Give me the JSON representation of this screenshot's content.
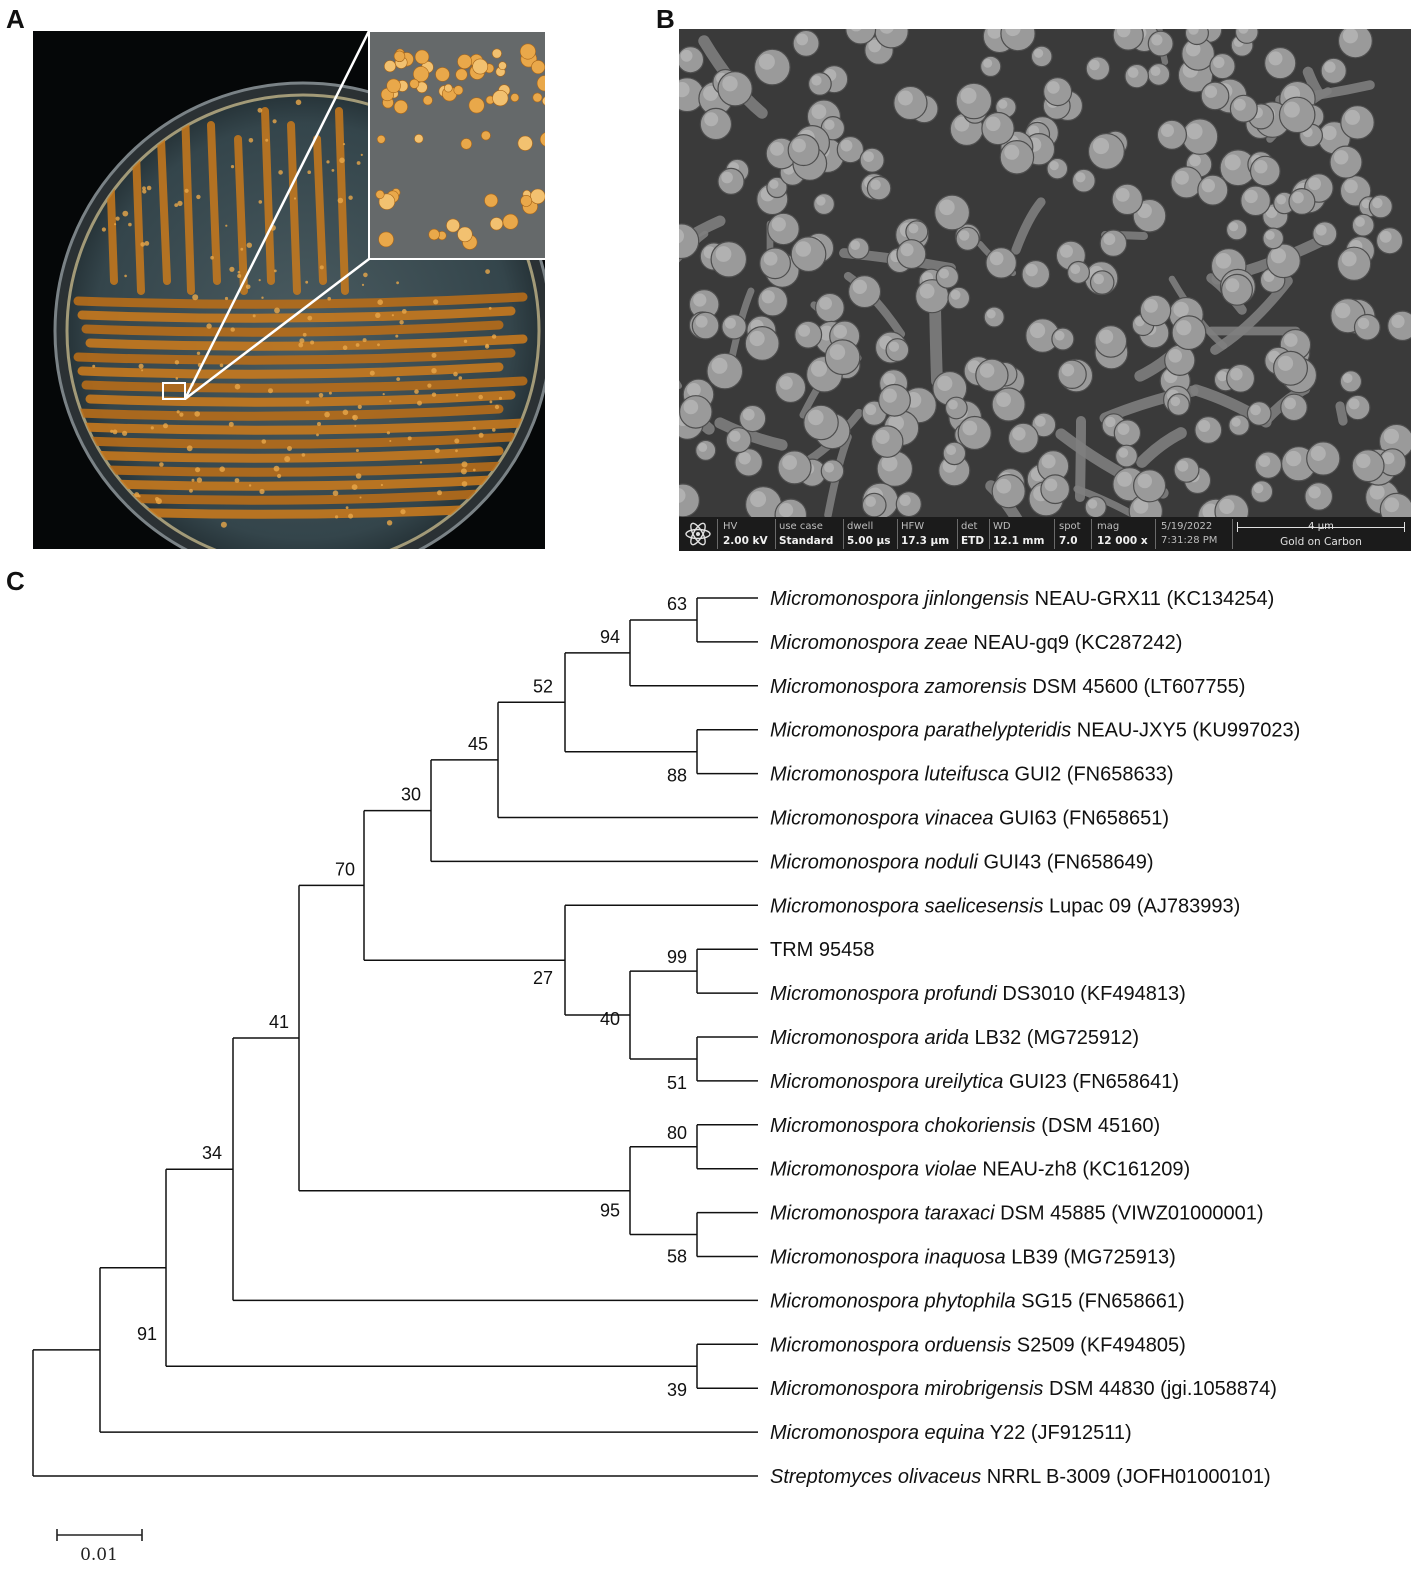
{
  "panels": {
    "a": "A",
    "b": "B",
    "c": "C"
  },
  "colors": {
    "colony": "#c97a1c",
    "colony_light": "#e9a84a",
    "agar": "#3d4e54",
    "sem_bg": "#3c3c3c",
    "sem_sphere": "#9a9a9a"
  },
  "sem_info": [
    {
      "key": "HV",
      "value": "2.00 kV"
    },
    {
      "key": "use case",
      "value": "Standard"
    },
    {
      "key": "dwell",
      "value": "5.00 μs"
    },
    {
      "key": "HFW",
      "value": "17.3 μm"
    },
    {
      "key": "det",
      "value": "ETD"
    },
    {
      "key": "WD",
      "value": "12.1 mm"
    },
    {
      "key": "spot",
      "value": "7.0"
    },
    {
      "key": "mag",
      "value": "12 000 x"
    },
    {
      "key": "date",
      "value": "5/19/2022",
      "value2": "7:31:28 PM"
    }
  ],
  "sem_icon": "atom-icon",
  "sem_scale_label": "4 μm",
  "sem_coating": "Gold on Carbon",
  "tree": {
    "leaves": [
      {
        "genus": "Micromonospora",
        "species": "jinlongensis",
        "strain": "NEAU-GRX11 (KC134254)"
      },
      {
        "genus": "Micromonospora",
        "species": "zeae",
        "strain": "NEAU-gq9 (KC287242)"
      },
      {
        "genus": "Micromonospora",
        "species": "zamorensis",
        "strain": "DSM 45600 (LT607755)"
      },
      {
        "genus": "Micromonospora",
        "species": "parathelypteridis",
        "strain": "NEAU-JXY5 (KU997023)"
      },
      {
        "genus": "Micromonospora",
        "species": "luteifusca",
        "strain": "GUI2 (FN658633)"
      },
      {
        "genus": "Micromonospora",
        "species": "vinacea",
        "strain": "GUI63 (FN658651)"
      },
      {
        "genus": "Micromonospora",
        "species": "noduli",
        "strain": "GUI43 (FN658649)"
      },
      {
        "genus": "Micromonospora",
        "species": "saelicesensis",
        "strain": "Lupac 09 (AJ783993)"
      },
      {
        "genus": "",
        "species": "",
        "strain": "TRM 95458"
      },
      {
        "genus": "Micromonospora",
        "species": "profundi",
        "strain": "DS3010 (KF494813)"
      },
      {
        "genus": "Micromonospora",
        "species": "arida",
        "strain": "LB32 (MG725912)"
      },
      {
        "genus": "Micromonospora",
        "species": "ureilytica",
        "strain": "GUI23 (FN658641)"
      },
      {
        "genus": "Micromonospora",
        "species": "chokoriensis",
        "strain": "(DSM 45160)"
      },
      {
        "genus": "Micromonospora",
        "species": "violae",
        "strain": "NEAU-zh8 (KC161209)"
      },
      {
        "genus": "Micromonospora",
        "species": "taraxaci",
        "strain": "DSM 45885 (VIWZ01000001)"
      },
      {
        "genus": "Micromonospora",
        "species": "inaquosa",
        "strain": "LB39 (MG725913)"
      },
      {
        "genus": "Micromonospora",
        "species": "phytophila",
        "strain": "SG15 (FN658661)"
      },
      {
        "genus": "Micromonospora",
        "species": "orduensis",
        "strain": "S2509 (KF494805)"
      },
      {
        "genus": "Micromonospora",
        "species": "mirobrigensis",
        "strain": "DSM 44830 (jgi.1058874)"
      },
      {
        "genus": "Micromonospora",
        "species": "equina",
        "strain": "Y22 (JF912511)"
      },
      {
        "genus": "Streptomyces",
        "species": "olivaceus",
        "strain": "NRRL B-3009 (JOFH01000101)"
      }
    ],
    "bootstrap": [
      "63",
      "94",
      "52",
      "88",
      "45",
      "30",
      "99",
      "51",
      "40",
      "27",
      "70",
      "80",
      "58",
      "95",
      "41",
      "34",
      "39",
      "91"
    ],
    "scale_label": "0.01"
  }
}
